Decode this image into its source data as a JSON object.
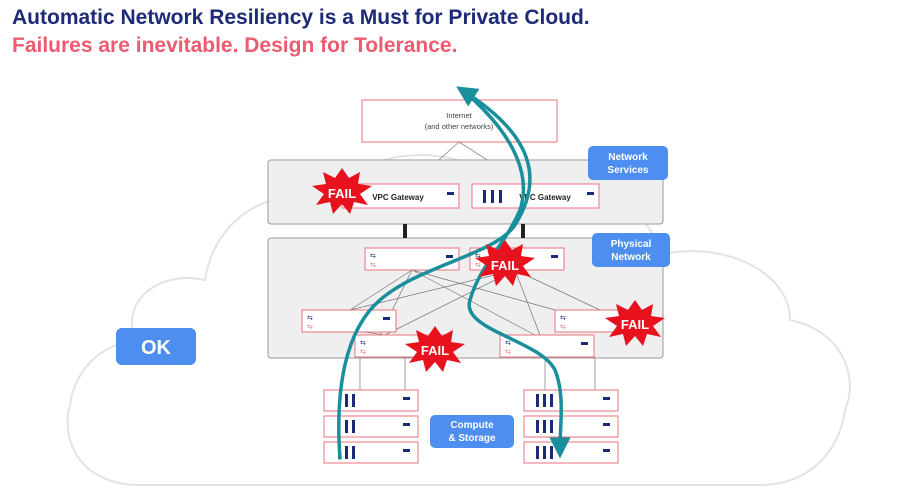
{
  "heading": {
    "line1": "Automatic Network Resiliency is a Must for Private Cloud.",
    "line2": "Failures are inevitable. Design for Tolerance."
  },
  "internet": {
    "line1": "Internet",
    "line2": "(and other networks)"
  },
  "labels": {
    "network_services": [
      "Network",
      "Services"
    ],
    "physical_network": [
      "Physical",
      "Network"
    ],
    "compute_storage": [
      "Compute",
      "& Storage"
    ],
    "ok": "OK"
  },
  "gateways": [
    {
      "label": "VPC Gateway",
      "failed": true
    },
    {
      "label": "VPC Gateway",
      "failed": false
    }
  ],
  "fail_label": "FAIL",
  "colors": {
    "title_primary": "#1c2a78",
    "title_accent": "#ec5b6f",
    "label_blue": "#4e8ef0",
    "fail_red": "#e8121f",
    "path_teal": "#1a8f9c",
    "box_border": "#e8707c",
    "icon_navy": "#1c2a78"
  }
}
